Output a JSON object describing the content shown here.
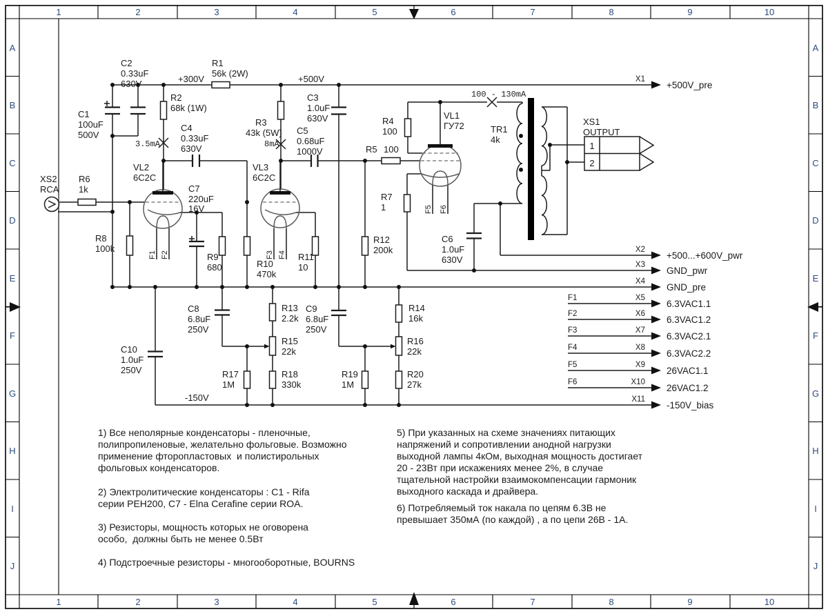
{
  "frame": {
    "cols": [
      "1",
      "2",
      "3",
      "4",
      "5",
      "6",
      "7",
      "8",
      "9",
      "10"
    ],
    "rows": [
      "A",
      "B",
      "C",
      "D",
      "E",
      "F",
      "G",
      "H",
      "I",
      "J"
    ]
  },
  "nets": {
    "p300": "+300V",
    "p500": "+500V",
    "n150": "-150V",
    "i_vl2": "3.5mA",
    "i_vl3": "8mA",
    "i_vl1": "100 - 130mA"
  },
  "tubes": {
    "vl2": {
      "ref": "VL2",
      "type": "6C2C",
      "f1": "F1",
      "f2": "F2"
    },
    "vl3": {
      "ref": "VL3",
      "type": "6C2C",
      "f1": "F3",
      "f2": "F4"
    },
    "vl1": {
      "ref": "VL1",
      "type": "ГУ72",
      "f1": "F5",
      "f2": "F6"
    }
  },
  "transformer": {
    "ref": "TR1",
    "val": "4k"
  },
  "connectors": {
    "xs1": {
      "ref": "XS1",
      "name": "OUTPUT",
      "p1": "1",
      "p2": "2"
    },
    "xs2": {
      "ref": "XS2",
      "name": "RCA"
    }
  },
  "components": {
    "c1": [
      "C1",
      "100uF",
      "500V"
    ],
    "c2": [
      "C2",
      "0.33uF",
      "630V"
    ],
    "c3": [
      "C3",
      "1.0uF",
      "630V"
    ],
    "c4": [
      "C4",
      "0.33uF",
      "630V"
    ],
    "c5": [
      "C5",
      "0.68uF",
      "1000V"
    ],
    "c6": [
      "C6",
      "1.0uF",
      "630V"
    ],
    "c7": [
      "C7",
      "220uF",
      "16V"
    ],
    "c8": [
      "C8",
      "6.8uF",
      "250V"
    ],
    "c9": [
      "C9",
      "6.8uF",
      "250V"
    ],
    "c10": [
      "C10",
      "1.0uF",
      "250V"
    ],
    "r1": [
      "R1",
      "56k (2W)"
    ],
    "r2": [
      "R2",
      "68k (1W)"
    ],
    "r3": [
      "R3",
      "43k (5W)"
    ],
    "r4": [
      "R4",
      "100"
    ],
    "r5": [
      "R5",
      "100"
    ],
    "r6": [
      "R6",
      "1k"
    ],
    "r7": [
      "R7",
      "1"
    ],
    "r8": [
      "R8",
      "100k"
    ],
    "r9": [
      "R9",
      "680"
    ],
    "r10": [
      "R10",
      "470k"
    ],
    "r11": [
      "R11",
      "10"
    ],
    "r12": [
      "R12",
      "200k"
    ],
    "r13": [
      "R13",
      "2.2k"
    ],
    "r14": [
      "R14",
      "16k"
    ],
    "r15": [
      "R15",
      "22k"
    ],
    "r16": [
      "R16",
      "22k"
    ],
    "r17": [
      "R17",
      "1M"
    ],
    "r18": [
      "R18",
      "330k"
    ],
    "r19": [
      "R19",
      "1M"
    ],
    "r20": [
      "R20",
      "27k"
    ]
  },
  "terminals": [
    {
      "pin": "X1",
      "f": "",
      "label": "+500V_pre"
    },
    {
      "pin": "X2",
      "f": "",
      "label": "+500...+600V_pwr"
    },
    {
      "pin": "X3",
      "f": "",
      "label": "GND_pwr"
    },
    {
      "pin": "X4",
      "f": "",
      "label": "GND_pre"
    },
    {
      "pin": "X5",
      "f": "F1",
      "label": "6.3VAC1.1"
    },
    {
      "pin": "X6",
      "f": "F2",
      "label": "6.3VAC1.2"
    },
    {
      "pin": "X7",
      "f": "F3",
      "label": "6.3VAC2.1"
    },
    {
      "pin": "X8",
      "f": "F4",
      "label": "6.3VAC2.2"
    },
    {
      "pin": "X9",
      "f": "F5",
      "label": "26VAC1.1"
    },
    {
      "pin": "X10",
      "f": "F6",
      "label": "26VAC1.2"
    },
    {
      "pin": "X11",
      "f": "",
      "label": "-150V_bias"
    }
  ],
  "notes": {
    "n1": "1) Все неполярные конденсаторы - пленочные,\nполипропиленовые, желательно фольговые. Возможно\nприменение фторопластовых  и полистирольных\nфольговых конденсаторов.",
    "n2": "2) Электролитические конденсаторы : C1 - Rifa\nсерии PEH200, C7 - Elna Cerafine серии ROA.",
    "n3": "3) Резисторы, мощность которых не оговорена\nособо,  должны быть не менее 0.5Вт",
    "n4": "4) Подстроечные резисторы - многооборотные, BOURNS",
    "n5": "5) При указанных на схеме значениях питающих\nнапряжений и сопротивлении анодной нагрузки\nвыходной лампы 4кОм, выходная мощность достигает\n20 - 23Вт при искажениях менее 2%, в случае\nтщательной настройки взаимокомпенсации гармоник\nвыходного каскада и драйвера.",
    "n6": "6) Потребляемый ток накала по цепям 6.3В не\nпревышает 350мА (по каждой) , а по цепи 26В - 1А."
  }
}
